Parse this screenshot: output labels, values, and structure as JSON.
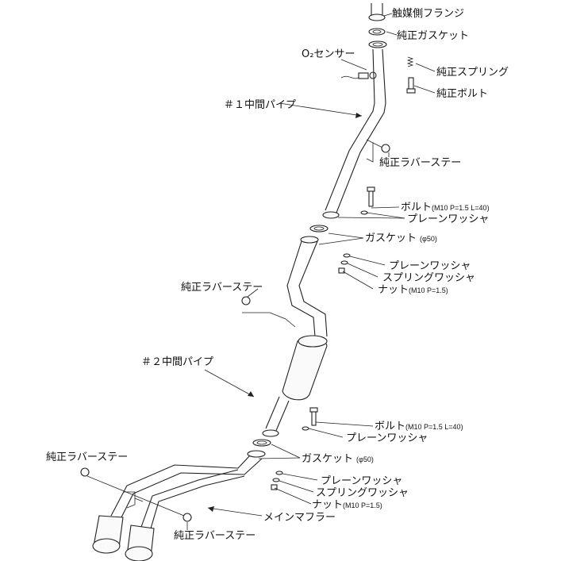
{
  "labels": {
    "catalyst_flange": "触媒側フランジ",
    "oem_gasket_top": "純正ガスケット",
    "o2_sensor": "O₂センサー",
    "oem_spring": "純正スプリング",
    "oem_bolt": "純正ボルト",
    "mid_pipe_1": "＃１中間パイプ",
    "oem_rubber_stay_1": "純正ラバーステー",
    "bolt_1": "ボルト",
    "bolt_1_spec": "(M10 P=1.5 L=40)",
    "plain_washer_1": "プレーンワッシャ",
    "gasket_1": "ガスケット",
    "gasket_1_spec": "(φ50)",
    "plain_washer_2": "プレーンワッシャ",
    "spring_washer_1": "スプリングワッシャ",
    "nut_1": "ナット",
    "nut_1_spec": "(M10 P=1.5)",
    "oem_rubber_stay_2": "純正ラバーステー",
    "mid_pipe_2": "＃２中間パイプ",
    "bolt_2": "ボルト",
    "bolt_2_spec": "(M10 P=1.5 L=40)",
    "plain_washer_3": "プレーンワッシャ",
    "gasket_2": "ガスケット",
    "gasket_2_spec": "(φ50)",
    "oem_rubber_stay_3": "純正ラバーステー",
    "plain_washer_4": "プレーンワッシャ",
    "spring_washer_2": "スプリングワッシャ",
    "nut_2": "ナット",
    "nut_2_spec": "(M10 P=1.5)",
    "main_muffler": "メインマフラー",
    "oem_rubber_stay_4": "純正ラバーステー"
  },
  "colors": {
    "line": "#222222",
    "fill": "#fafafa",
    "background": "#ffffff"
  }
}
